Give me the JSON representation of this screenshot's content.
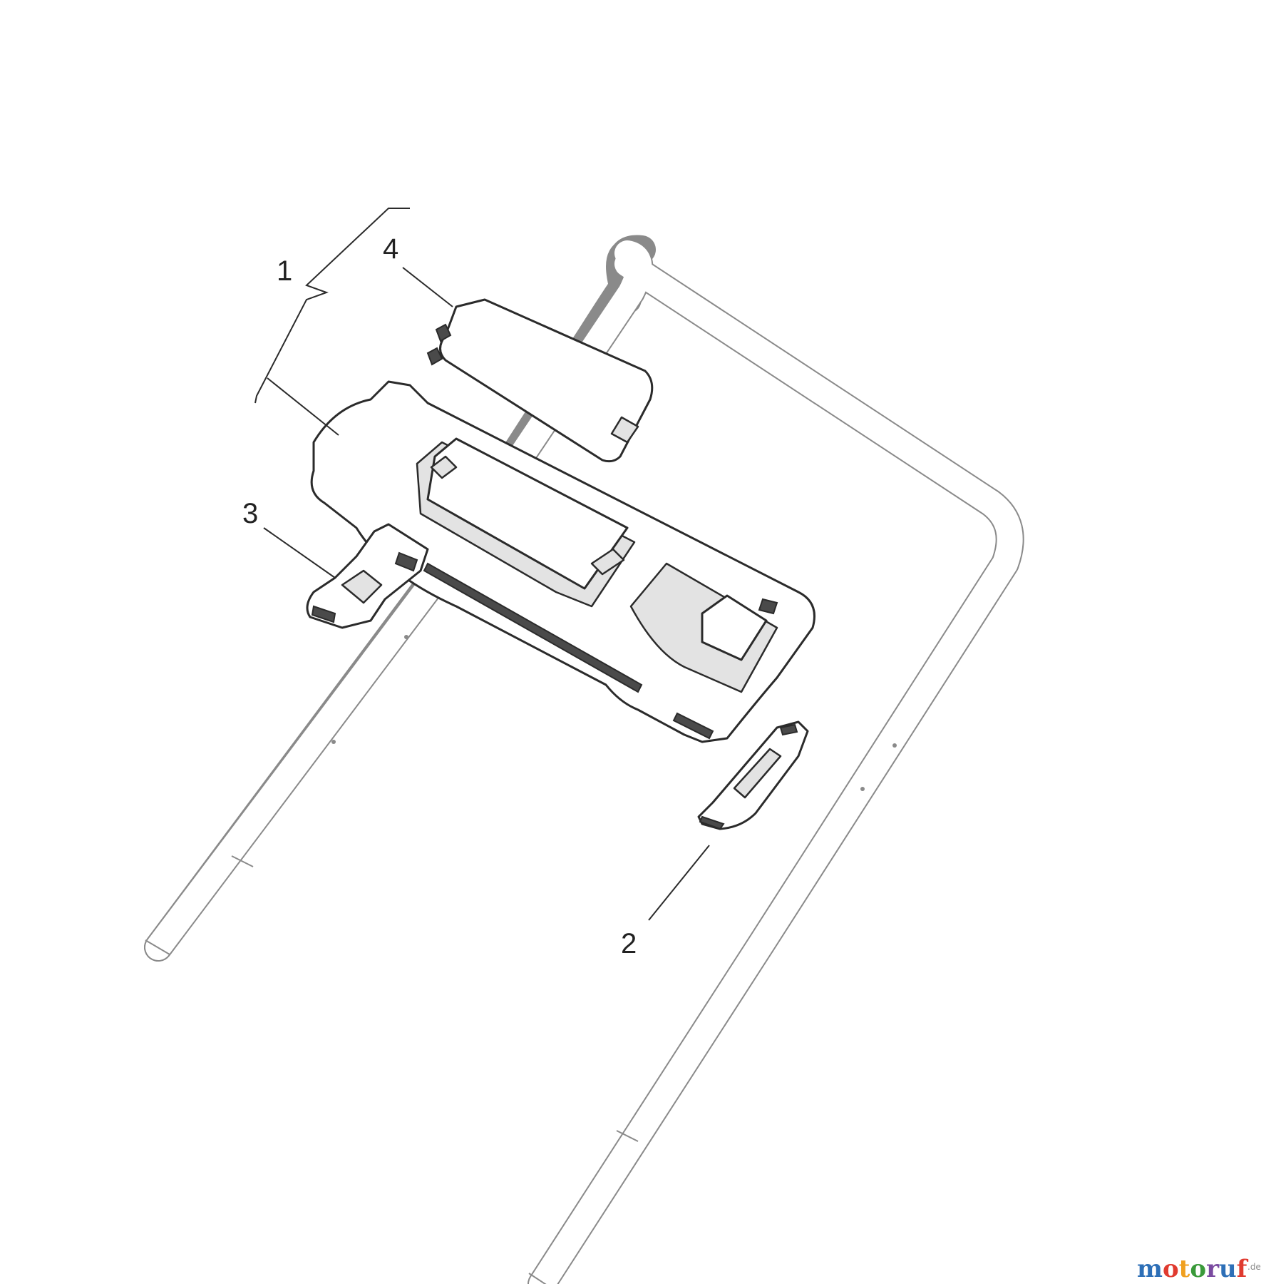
{
  "diagram": {
    "callouts": [
      {
        "id": "1",
        "label": "1"
      },
      {
        "id": "2",
        "label": "2"
      },
      {
        "id": "3",
        "label": "3"
      },
      {
        "id": "4",
        "label": "4"
      }
    ]
  },
  "watermark": {
    "letters": [
      "m",
      "o",
      "t",
      "o",
      "r",
      "u",
      "f"
    ],
    "colors": [
      "#2d6fb7",
      "#e03a2f",
      "#f0a020",
      "#3a9a3a",
      "#7a4aa0",
      "#2d6fb7",
      "#e03a2f"
    ],
    "suffix": ".de"
  }
}
